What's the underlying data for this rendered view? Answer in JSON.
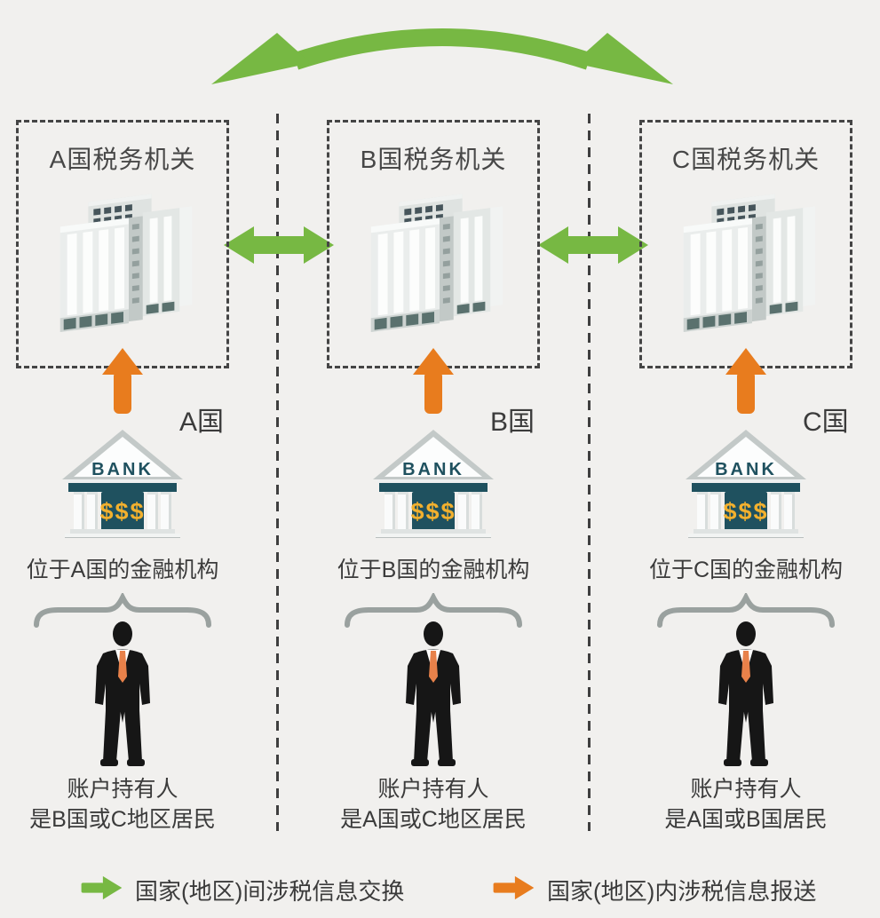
{
  "columns": [
    {
      "authority": "A国税务机关",
      "country": "A国",
      "institution": "位于A国的金融机构",
      "holder_line1": "账户持有人",
      "holder_line2": "是B国或C地区居民"
    },
    {
      "authority": "B国税务机关",
      "country": "B国",
      "institution": "位于B国的金融机构",
      "holder_line1": "账户持有人",
      "holder_line2": "是A国或C地区居民"
    },
    {
      "authority": "C国税务机关",
      "country": "C国",
      "institution": "位于C国的金融机构",
      "holder_line1": "账户持有人",
      "holder_line2": "是A国或B国居民"
    }
  ],
  "bank": {
    "sign": "BANK",
    "dollars": "$$$"
  },
  "legend": {
    "exchange": {
      "label": "国家(地区)间涉税信息交换",
      "color": "#77b843"
    },
    "report": {
      "label": "国家(地区)内涉税信息报送",
      "color": "#e87c1e"
    }
  },
  "colors": {
    "green": "#77b843",
    "orange": "#e87c1e",
    "bank_teal": "#1f515f",
    "gold": "#f2b02e",
    "background": "#f1f0ee",
    "text": "#3b3b3b",
    "brace": "#9aa19f"
  }
}
